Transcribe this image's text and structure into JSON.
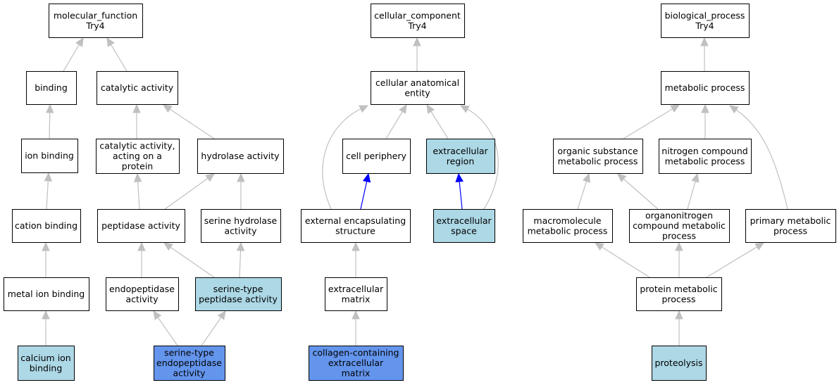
{
  "colors": {
    "default_fill": "#ffffff",
    "highlight_light": "#add8e6",
    "highlight_medium": "#6495ed",
    "edge_gray": "#c0c0c0",
    "edge_blue": "#0000ff"
  },
  "nodes": [
    {
      "id": "mf",
      "lines": [
        "molecular_function",
        "Try4"
      ],
      "fill": "white"
    },
    {
      "id": "binding",
      "lines": [
        "binding"
      ],
      "fill": "white"
    },
    {
      "id": "catalytic",
      "lines": [
        "catalytic activity"
      ],
      "fill": "white"
    },
    {
      "id": "ionbinding",
      "lines": [
        "ion binding"
      ],
      "fill": "white"
    },
    {
      "id": "catprotein",
      "lines": [
        "catalytic activity,",
        "acting on a",
        "protein"
      ],
      "fill": "white"
    },
    {
      "id": "hydrolase",
      "lines": [
        "hydrolase activity"
      ],
      "fill": "white"
    },
    {
      "id": "cationbinding",
      "lines": [
        "cation binding"
      ],
      "fill": "white"
    },
    {
      "id": "peptidase",
      "lines": [
        "peptidase activity"
      ],
      "fill": "white"
    },
    {
      "id": "serinehydrolase",
      "lines": [
        "serine hydrolase",
        "activity"
      ],
      "fill": "white"
    },
    {
      "id": "metalion",
      "lines": [
        "metal ion binding"
      ],
      "fill": "white"
    },
    {
      "id": "endopeptidase",
      "lines": [
        "endopeptidase",
        "activity"
      ],
      "fill": "white"
    },
    {
      "id": "serinepeptidase",
      "lines": [
        "serine-type",
        "peptidase activity"
      ],
      "fill": "light"
    },
    {
      "id": "calcium",
      "lines": [
        "calcium ion",
        "binding"
      ],
      "fill": "light"
    },
    {
      "id": "serineendo",
      "lines": [
        "serine-type",
        "endopeptidase",
        "activity"
      ],
      "fill": "medium"
    },
    {
      "id": "cc",
      "lines": [
        "cellular_component",
        "Try4"
      ],
      "fill": "white"
    },
    {
      "id": "cae",
      "lines": [
        "cellular anatomical",
        "entity"
      ],
      "fill": "white"
    },
    {
      "id": "periphery",
      "lines": [
        "cell periphery"
      ],
      "fill": "white"
    },
    {
      "id": "extraregion",
      "lines": [
        "extracellular",
        "region"
      ],
      "fill": "light"
    },
    {
      "id": "encapsulating",
      "lines": [
        "external encapsulating",
        "structure"
      ],
      "fill": "white"
    },
    {
      "id": "extraspace",
      "lines": [
        "extracellular",
        "space"
      ],
      "fill": "light"
    },
    {
      "id": "matrix",
      "lines": [
        "extracellular",
        "matrix"
      ],
      "fill": "white"
    },
    {
      "id": "collagen",
      "lines": [
        "collagen-containing",
        "extracellular",
        "matrix"
      ],
      "fill": "medium"
    },
    {
      "id": "bp",
      "lines": [
        "biological_process",
        "Try4"
      ],
      "fill": "white"
    },
    {
      "id": "metabolic",
      "lines": [
        "metabolic process"
      ],
      "fill": "white"
    },
    {
      "id": "organic",
      "lines": [
        "organic substance",
        "metabolic process"
      ],
      "fill": "white"
    },
    {
      "id": "nitrogen",
      "lines": [
        "nitrogen compound",
        "metabolic process"
      ],
      "fill": "white"
    },
    {
      "id": "macromolecule",
      "lines": [
        "macromolecule",
        "metabolic process"
      ],
      "fill": "white"
    },
    {
      "id": "organonitrogen",
      "lines": [
        "organonitrogen",
        "compound metabolic",
        "process"
      ],
      "fill": "white"
    },
    {
      "id": "primary",
      "lines": [
        "primary metabolic",
        "process"
      ],
      "fill": "white"
    },
    {
      "id": "protein",
      "lines": [
        "protein metabolic",
        "process"
      ],
      "fill": "white"
    },
    {
      "id": "proteolysis",
      "lines": [
        "proteolysis"
      ],
      "fill": "light"
    }
  ],
  "edges": [
    {
      "from": "binding",
      "to": "mf",
      "color": "gray"
    },
    {
      "from": "catalytic",
      "to": "mf",
      "color": "gray"
    },
    {
      "from": "ionbinding",
      "to": "binding",
      "color": "gray"
    },
    {
      "from": "catprotein",
      "to": "catalytic",
      "color": "gray"
    },
    {
      "from": "hydrolase",
      "to": "catalytic",
      "color": "gray"
    },
    {
      "from": "cationbinding",
      "to": "ionbinding",
      "color": "gray"
    },
    {
      "from": "peptidase",
      "to": "catprotein",
      "color": "gray"
    },
    {
      "from": "peptidase",
      "to": "hydrolase",
      "color": "gray"
    },
    {
      "from": "serinehydrolase",
      "to": "hydrolase",
      "color": "gray"
    },
    {
      "from": "metalion",
      "to": "cationbinding",
      "color": "gray"
    },
    {
      "from": "endopeptidase",
      "to": "peptidase",
      "color": "gray"
    },
    {
      "from": "serinepeptidase",
      "to": "peptidase",
      "color": "gray"
    },
    {
      "from": "serinepeptidase",
      "to": "serinehydrolase",
      "color": "gray"
    },
    {
      "from": "calcium",
      "to": "metalion",
      "color": "gray"
    },
    {
      "from": "serineendo",
      "to": "endopeptidase",
      "color": "gray"
    },
    {
      "from": "serineendo",
      "to": "serinepeptidase",
      "color": "gray"
    },
    {
      "from": "cae",
      "to": "cc",
      "color": "gray"
    },
    {
      "from": "periphery",
      "to": "cae",
      "color": "gray"
    },
    {
      "from": "extraregion",
      "to": "cae",
      "color": "gray"
    },
    {
      "from": "encapsulating",
      "to": "cae",
      "color": "gray"
    },
    {
      "from": "extraspace",
      "to": "cae",
      "color": "gray"
    },
    {
      "from": "encapsulating",
      "to": "periphery",
      "color": "blue"
    },
    {
      "from": "extraspace",
      "to": "extraregion",
      "color": "blue"
    },
    {
      "from": "matrix",
      "to": "encapsulating",
      "color": "gray"
    },
    {
      "from": "collagen",
      "to": "matrix",
      "color": "gray"
    },
    {
      "from": "metabolic",
      "to": "bp",
      "color": "gray"
    },
    {
      "from": "organic",
      "to": "metabolic",
      "color": "gray"
    },
    {
      "from": "nitrogen",
      "to": "metabolic",
      "color": "gray"
    },
    {
      "from": "primary",
      "to": "metabolic",
      "color": "gray"
    },
    {
      "from": "macromolecule",
      "to": "organic",
      "color": "gray"
    },
    {
      "from": "organonitrogen",
      "to": "organic",
      "color": "gray"
    },
    {
      "from": "organonitrogen",
      "to": "nitrogen",
      "color": "gray"
    },
    {
      "from": "protein",
      "to": "macromolecule",
      "color": "gray"
    },
    {
      "from": "protein",
      "to": "organonitrogen",
      "color": "gray"
    },
    {
      "from": "protein",
      "to": "primary",
      "color": "gray"
    },
    {
      "from": "proteolysis",
      "to": "protein",
      "color": "gray"
    }
  ]
}
